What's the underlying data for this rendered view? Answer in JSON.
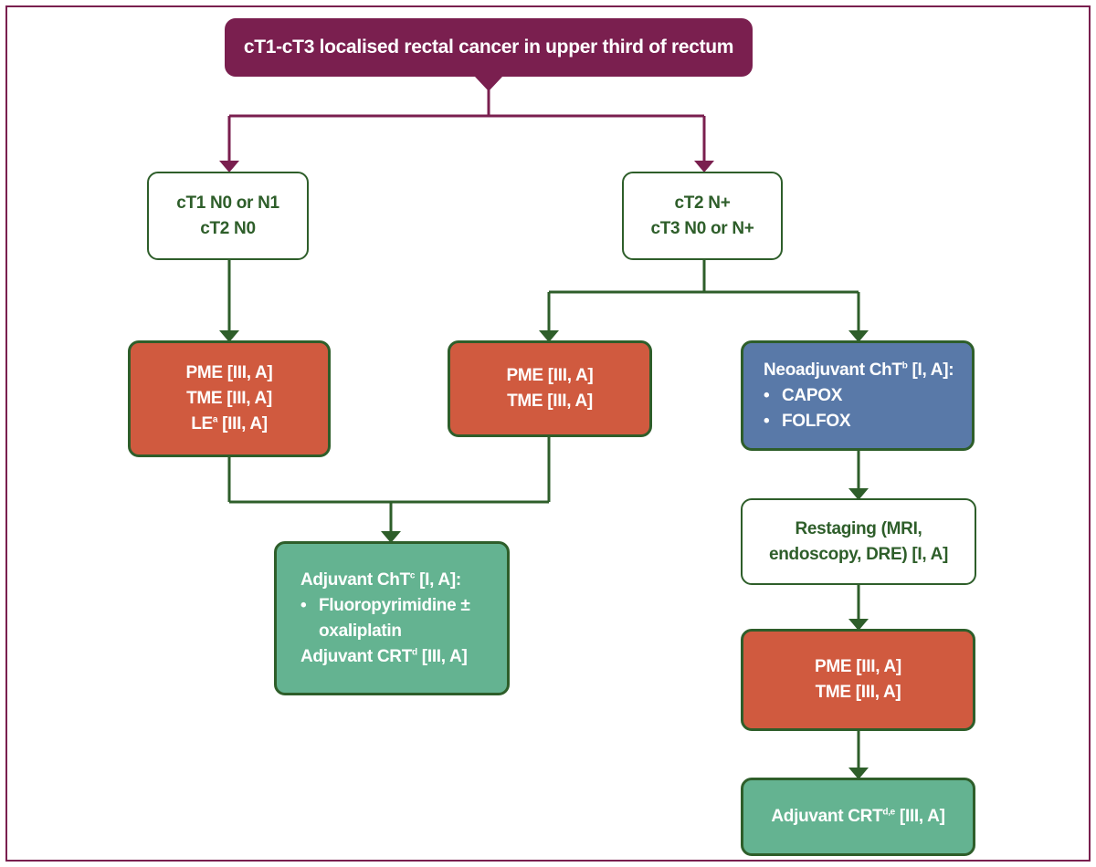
{
  "title": "cT1-cT3 localised rectal cancer in upper third of rectum",
  "left_stage": {
    "line1": "cT1 N0 or N1",
    "line2": "cT2 N0"
  },
  "right_stage": {
    "line1": "cT2 N+",
    "line2": "cT3 N0 or N+"
  },
  "surgery_left": {
    "line1": "PME [III, A]",
    "line2": "TME [III, A]",
    "line3_main": "LE",
    "line3_sup": "a",
    "line3_rest": " [III, A]"
  },
  "surgery_mid": {
    "line1": "PME [III, A]",
    "line2": "TME [III, A]"
  },
  "neoadjuvant": {
    "head_main": "Neoadjuvant ChT",
    "head_sup": "b",
    "head_rest": " [I, A]:",
    "items": [
      "CAPOX",
      "FOLFOX"
    ]
  },
  "adjuvant": {
    "head_main": "Adjuvant ChT",
    "head_sup": "c",
    "head_rest": " [I, A]:",
    "bullet_line1": "Fluoropyrimidine ±",
    "bullet_line2": "oxaliplatin",
    "crt_main": "Adjuvant CRT",
    "crt_sup": "d",
    "crt_rest": " [III, A]"
  },
  "restaging": {
    "line1": "Restaging (MRI,",
    "line2": "endoscopy, DRE) [I, A]"
  },
  "surgery_right": {
    "line1": "PME [III, A]",
    "line2": "TME [III, A]"
  },
  "adjuvant_crt_final": {
    "main": "Adjuvant CRT",
    "sup": "d,e",
    "rest": " [III, A]"
  },
  "colors": {
    "purple": "#7a1f4f",
    "green_dark": "#2e5e2a",
    "red": "#d05a3f",
    "blue": "#5979a8",
    "green": "#64b391"
  }
}
